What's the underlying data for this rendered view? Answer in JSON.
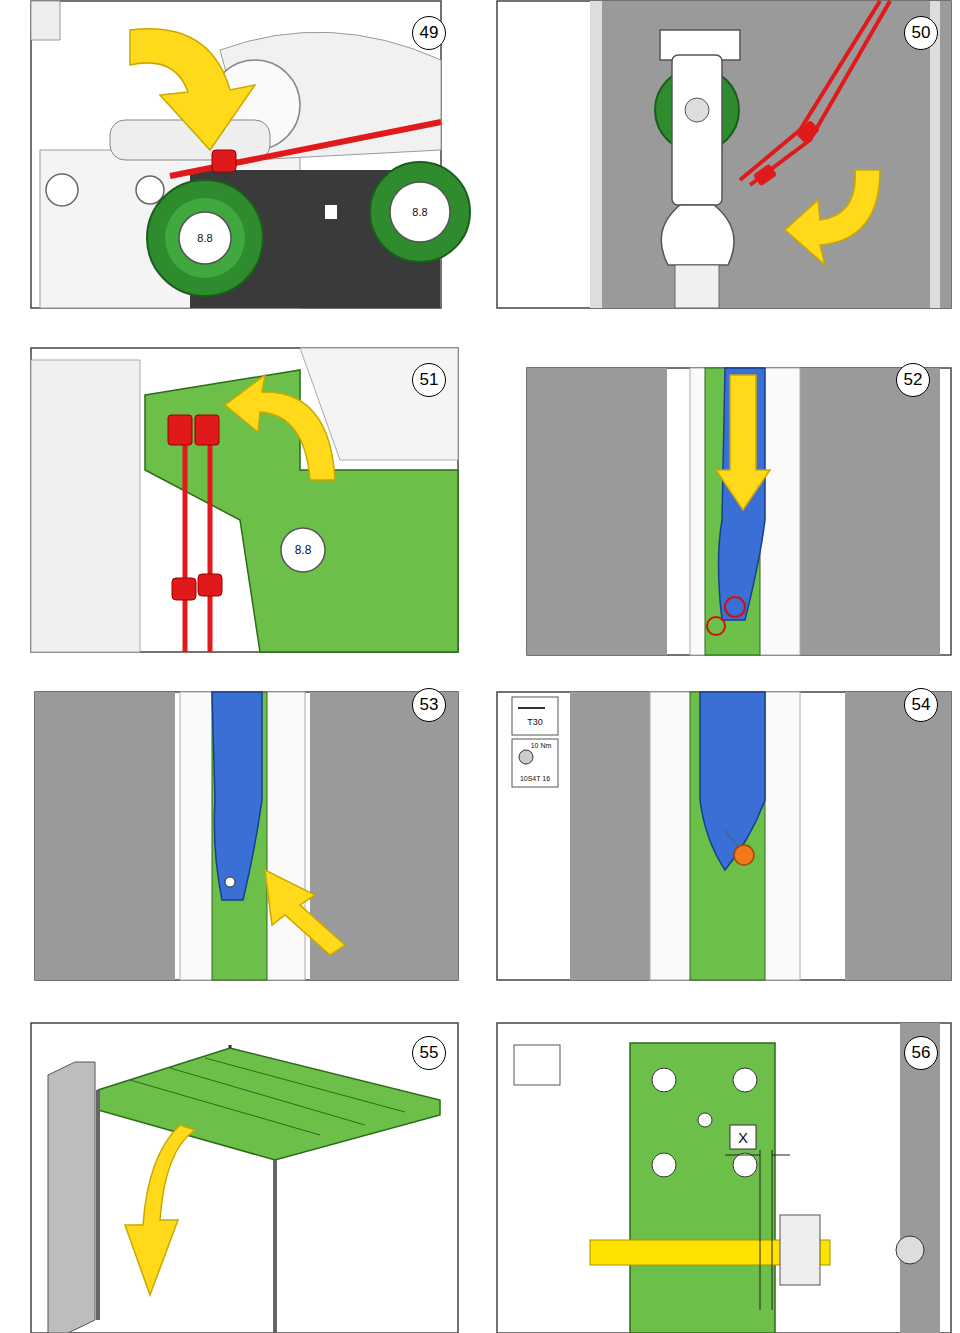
{
  "diagram": {
    "nodes": [
      {
        "text": [
          "49"
        ]
      },
      {
        "text": [
          "50"
        ]
      },
      {
        "text": [
          "51"
        ]
      },
      {
        "text": [
          "52"
        ]
      },
      {
        "text": [
          "53"
        ]
      },
      {
        "text": [
          "54"
        ]
      },
      {
        "text": [
          "55"
        ]
      },
      {
        "text": [
          "56"
        ]
      }
    ],
    "labels": [
      "8.8",
      "8.8",
      "8.8",
      "T30",
      "10 Nm",
      "10S4T 16",
      "X"
    ]
  }
}
